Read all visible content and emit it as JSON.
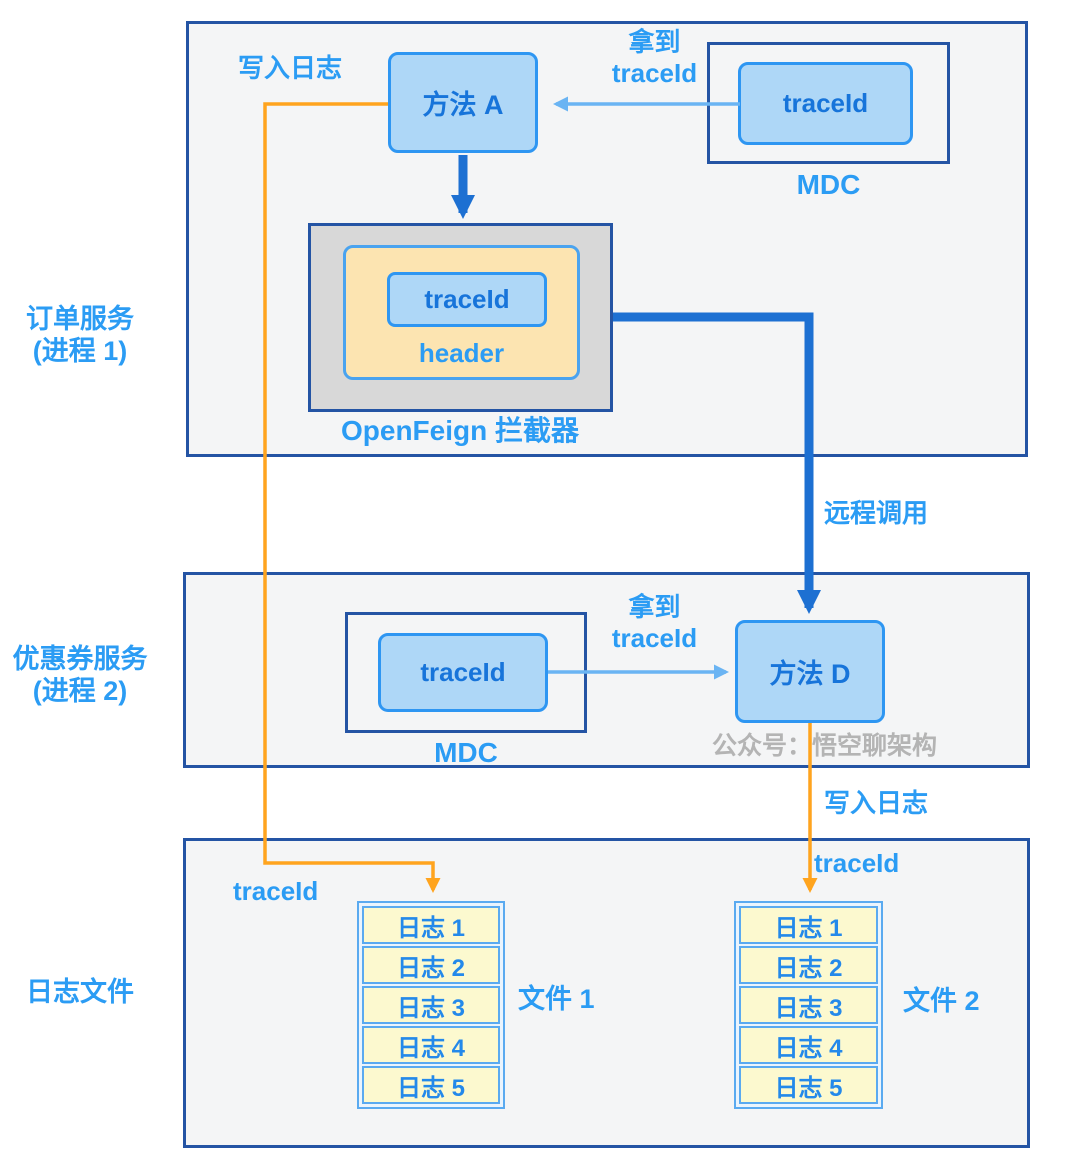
{
  "colors": {
    "container_border": "#2454a4",
    "container_fill": "#f4f5f6",
    "label_blue": "#2b9cf4",
    "node_text_blue": "#1774da",
    "node_fill": "#aed7f7",
    "node_border": "#2e96f2",
    "thick_arrow": "#1d70d2",
    "light_arrow": "#6ab4f3",
    "orange_arrow": "#ffa41e",
    "interceptor_fill": "#d8d8d8",
    "header_fill": "#fce4b1",
    "log_fill": "#fcf9cf",
    "log_border": "#5aaaf0",
    "watermark_gray": "#b4b4b4"
  },
  "services": {
    "order": {
      "name": "订单服务",
      "process": "(进程 1)"
    },
    "coupon": {
      "name": "优惠券服务",
      "process": "(进程 2)"
    },
    "logs": {
      "name": "日志文件"
    }
  },
  "top": {
    "write_log": "写入日志",
    "method_a": "方法 A",
    "get_trace_line1": "拿到",
    "get_trace_line2": "traceId",
    "mdc_traceid": "traceId",
    "mdc_label": "MDC",
    "feign_traceid": "traceId",
    "feign_header": "header",
    "feign_label": "OpenFeign 拦截器"
  },
  "remote_call": "远程调用",
  "middle": {
    "mdc_traceid": "traceId",
    "mdc_label": "MDC",
    "get_trace_line1": "拿到",
    "get_trace_line2": "traceId",
    "method_d": "方法 D",
    "watermark": "公众号：悟空聊架构",
    "write_log": "写入日志"
  },
  "bottom": {
    "traceid_left": "traceId",
    "traceid_right": "traceId",
    "file1": "文件 1",
    "file2": "文件 2",
    "log_items": [
      "日志 1",
      "日志 2",
      "日志 3",
      "日志 4",
      "日志 5"
    ]
  }
}
